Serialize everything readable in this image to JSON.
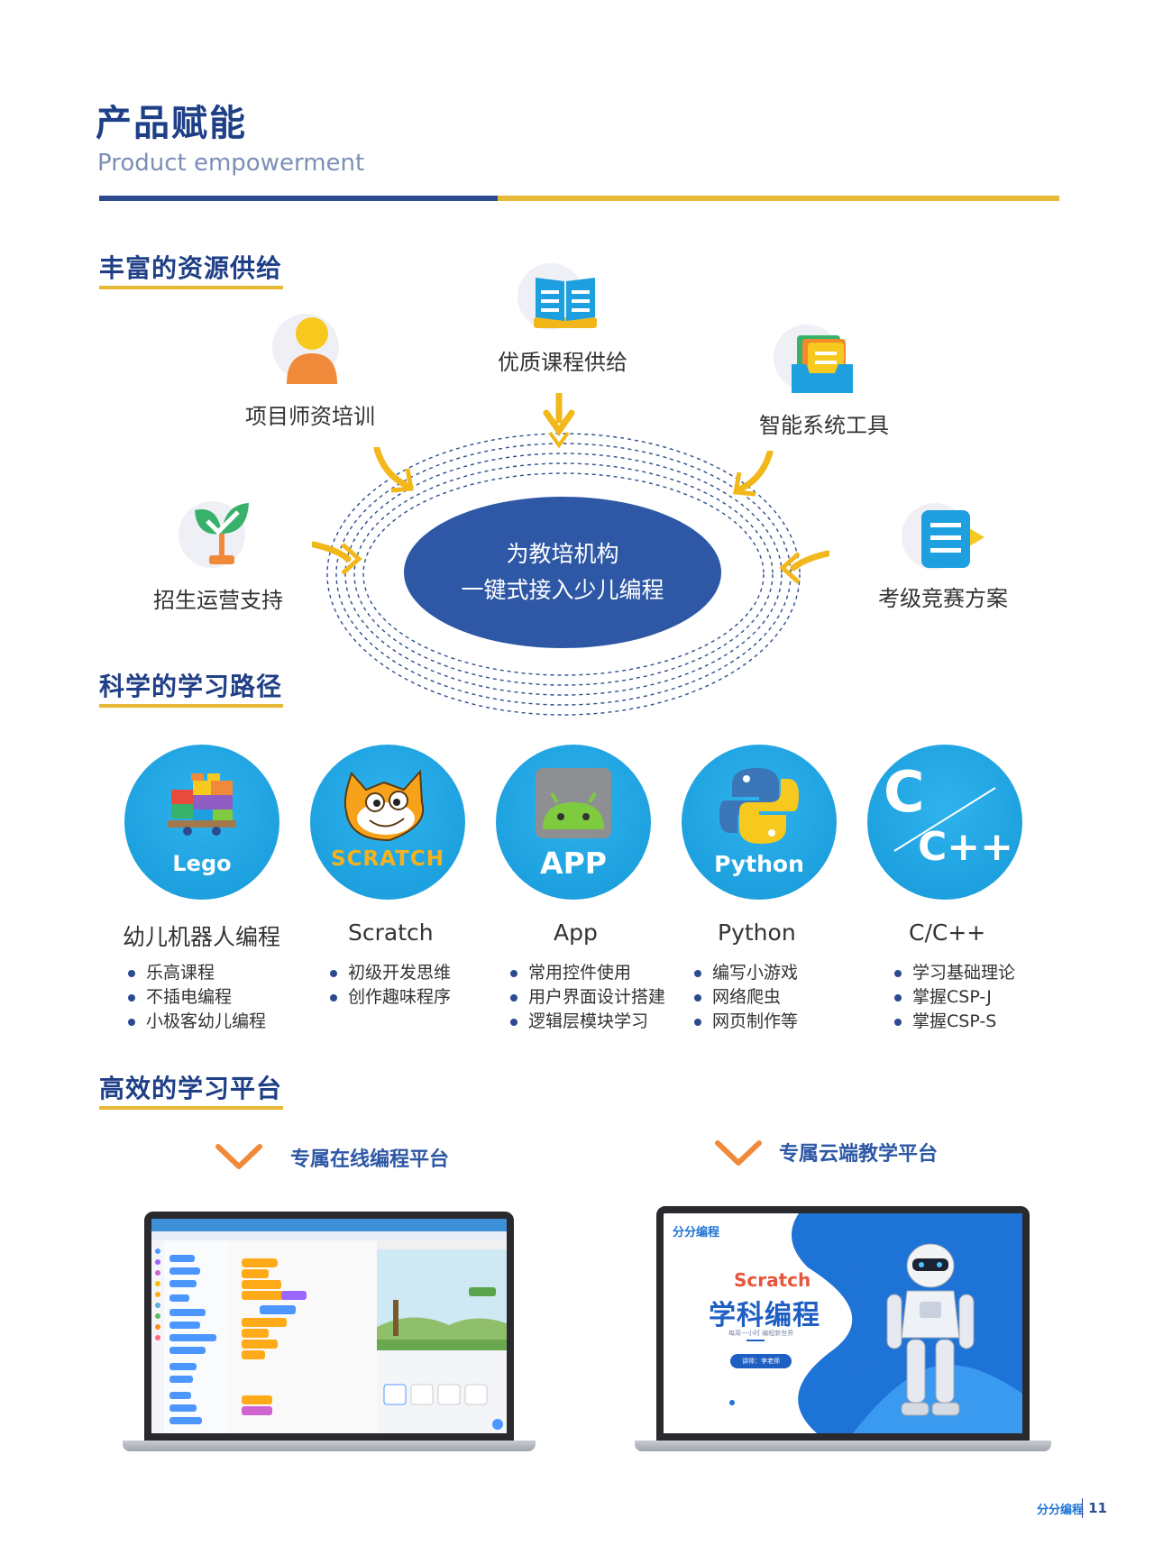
{
  "header": {
    "title_cn": "产品赋能",
    "title_en": "Product empowerment"
  },
  "colors": {
    "navy": "#1f3f86",
    "gold": "#e6b936",
    "center_blue": "#2e58a5",
    "course_blue": "#1aa0e0"
  },
  "sections": {
    "resources": {
      "title": "丰富的资源供给",
      "items": [
        {
          "label": "优质课程供给",
          "icon": "open-book-icon"
        },
        {
          "label": "项目师资培训",
          "icon": "person-icon"
        },
        {
          "label": "智能系统工具",
          "icon": "card-tray-icon"
        },
        {
          "label": "招生运营支持",
          "icon": "plant-icon"
        },
        {
          "label": "考级竞赛方案",
          "icon": "list-card-icon"
        }
      ],
      "center": {
        "line1": "为教培机构",
        "line2": "一键式接入少儿编程"
      }
    },
    "learning_path": {
      "title": "科学的学习路径",
      "courses": [
        {
          "badge": "Lego",
          "name": "幼儿机器人编程",
          "icon": "lego-blocks-icon",
          "bullets": [
            "乐高课程",
            "不插电编程",
            "小极客幼儿编程"
          ]
        },
        {
          "badge": "SCRATCH",
          "name": "Scratch",
          "icon": "scratch-cat-icon",
          "bullets": [
            "初级开发思维",
            "创作趣味程序"
          ]
        },
        {
          "badge": "APP",
          "name": "App",
          "icon": "android-icon",
          "bullets": [
            "常用控件使用",
            "用户界面设计搭建",
            "逻辑层模块学习"
          ]
        },
        {
          "badge": "Python",
          "name": "Python",
          "icon": "python-logo-icon",
          "bullets": [
            "编写小游戏",
            "网络爬虫",
            "网页制作等"
          ]
        },
        {
          "badge_top": "C",
          "badge_bottom": "C++",
          "name": "C/C++",
          "icon": "c-cpp-logo-icon",
          "bullets": [
            "学习基础理论",
            "掌握CSP-J",
            "掌握CSP-S"
          ]
        }
      ]
    },
    "platform": {
      "title": "高效的学习平台",
      "left": {
        "label": "专属在线编程平台"
      },
      "right": {
        "label": "专属云端教学平台",
        "screen": {
          "logo": "分分编程",
          "brand": "Scratch",
          "headline": "学科编程",
          "tagline": "每周一小时 编程新世界",
          "button": "讲师：李老师"
        }
      }
    }
  },
  "footer": {
    "logo": "分分编程",
    "page_number": "11"
  }
}
